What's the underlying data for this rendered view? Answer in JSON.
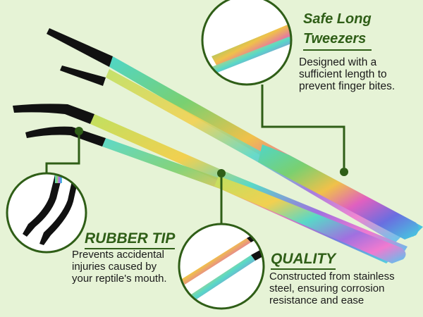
{
  "callouts": {
    "safe": {
      "title_line1": "Safe Long",
      "title_line2": "Tweezers",
      "lines": [
        "Designed with a",
        "sufficient length to",
        "prevent finger bites."
      ]
    },
    "rubber": {
      "title": "RUBBER TIP",
      "lines": [
        "Prevents accidental",
        "injuries caused by",
        "your reptile's mouth."
      ]
    },
    "quality": {
      "title": "QUALITY",
      "lines": [
        "Constructed from stainless",
        "steel, ensuring corrosion",
        "resistance and ease"
      ]
    }
  },
  "colors": {
    "background": "#e6f3d6",
    "accent_green": "#2f5e17",
    "heading_green": "#2f5e17",
    "tip_black": "#111111",
    "body_text": "#1a1a1a"
  },
  "icons": {
    "callout_marker": "green-dot",
    "magnifier_frame": "green-ring"
  }
}
